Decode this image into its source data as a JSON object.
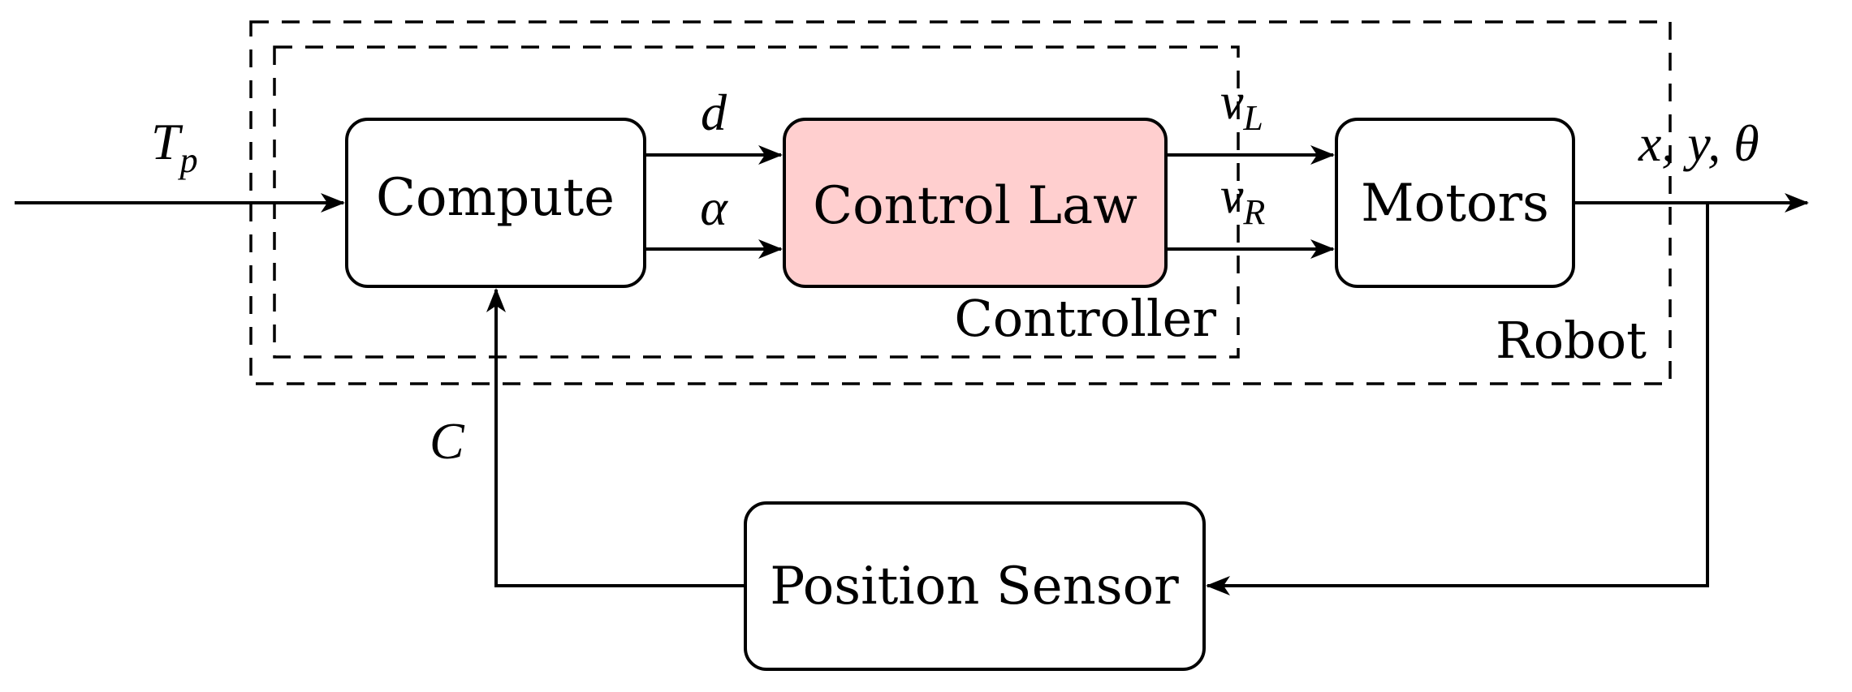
{
  "colors": {
    "line": "#000000",
    "background": "#ffffff",
    "control_law_fill": "#ffcfcf"
  },
  "blocks": {
    "compute": "Compute",
    "control_law": "Control Law",
    "motors": "Motors",
    "position_sensor": "Position Sensor"
  },
  "groups": {
    "controller": "Controller",
    "robot": "Robot"
  },
  "signals": {
    "input": {
      "base": "T",
      "sub": "p"
    },
    "distance": "d",
    "angle": "α",
    "left_velocity": {
      "base": "v",
      "sub": "L"
    },
    "right_velocity": {
      "base": "v",
      "sub": "R"
    },
    "output": "x, y, θ",
    "feedback": "C"
  }
}
